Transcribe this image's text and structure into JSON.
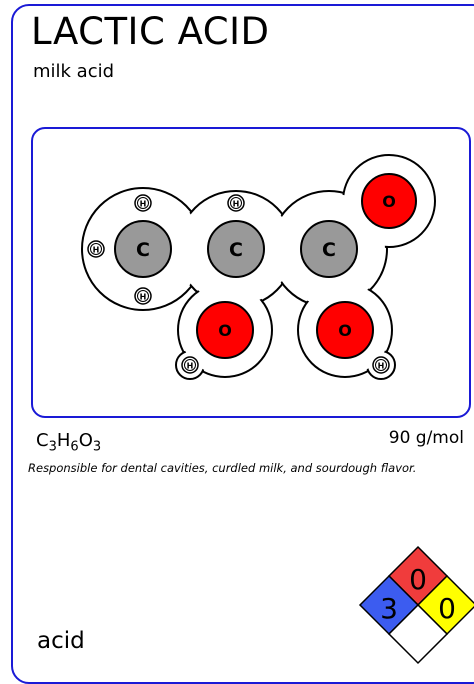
{
  "title": "LACTIC ACID",
  "subtitle": "milk acid",
  "formula": {
    "c": "C",
    "c_count": "3",
    "h": "H",
    "h_count": "6",
    "o": "O",
    "o_count": "3"
  },
  "molar_mass": "90 g/mol",
  "description": "Responsible for dental cavities, curdled milk, and sourdough flavor.",
  "category": "acid",
  "atoms": [
    {
      "label": "C",
      "kind": "carbon"
    },
    {
      "label": "C",
      "kind": "carbon"
    },
    {
      "label": "C",
      "kind": "carbon"
    },
    {
      "label": "O",
      "kind": "oxygen"
    },
    {
      "label": "O",
      "kind": "oxygen"
    },
    {
      "label": "O",
      "kind": "oxygen"
    },
    {
      "label": "H",
      "kind": "hydrogen"
    },
    {
      "label": "H",
      "kind": "hydrogen"
    },
    {
      "label": "H",
      "kind": "hydrogen"
    },
    {
      "label": "H",
      "kind": "hydrogen"
    },
    {
      "label": "H",
      "kind": "hydrogen"
    },
    {
      "label": "H",
      "kind": "hydrogen"
    }
  ],
  "nfpa": {
    "health": "3",
    "flammability": "0",
    "instability": "0",
    "special": ""
  },
  "colors": {
    "border": "#1a1ad6",
    "carbon": "#999999",
    "oxygen": "#ff0000",
    "hydrogen": "#ffffff",
    "nfpa_health": "#3c5cf0",
    "nfpa_flammability": "#f03c3c",
    "nfpa_instability": "#ffff00",
    "nfpa_special": "#ffffff"
  }
}
